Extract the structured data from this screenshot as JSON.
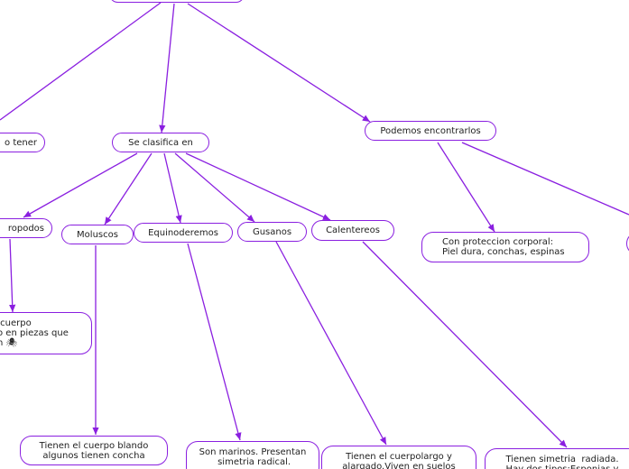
{
  "colors": {
    "line": "#8a1fe0",
    "node_border": "#8a1fe0",
    "background": "#ffffff"
  },
  "nodes": {
    "root": "",
    "puede_tener": "o tener",
    "se_clasifica": "Se clasifica en",
    "podemos_encontrarlos": "Podemos encontrarlos",
    "artropodos": "ropodos",
    "moluscos": "Moluscos",
    "equinodermos": "Equinoderemos",
    "gusanos": "Gusanos",
    "calentereos": "Calentereos",
    "proteccion": "Con proteccion corporal:\nPiel dura, conchas, espinas",
    "artropodos_desc": " cuerpo\no en piezas que\nn 🕷",
    "moluscos_desc": "Tienen el cuerpo blando\nalgunos tienen concha",
    "equinodermos_desc": "Son marinos. Presentan\n simetria radical.",
    "gusanos_desc": "Tienen el cuerpolargo y\nalargado.Viven en suelos",
    "calentereos_desc": "Tienen simetria  radiada.\nHay dos tipos:Esponjas y"
  }
}
